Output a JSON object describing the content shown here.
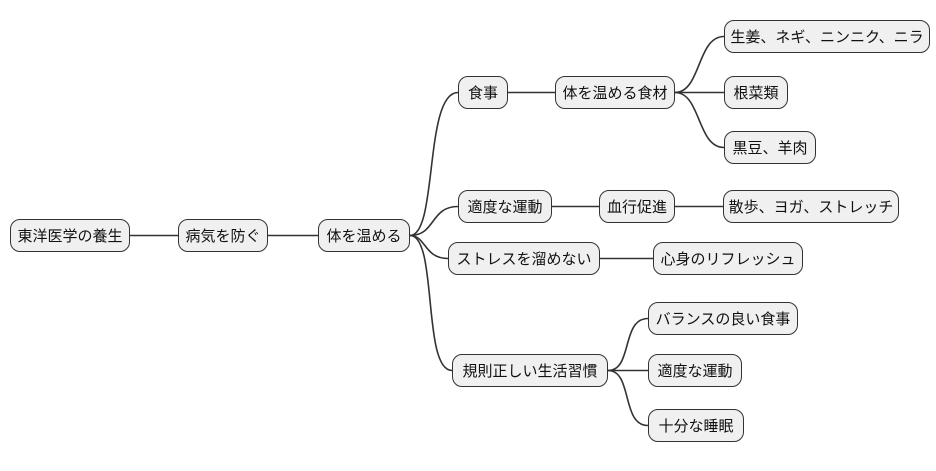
{
  "diagram": {
    "type": "mindmap",
    "background_color": "#ffffff",
    "node_fill_color": "#f0f0f0",
    "node_border_color": "#333333",
    "edge_color": "#333333",
    "text_color": "#111111"
  },
  "nodes": {
    "root": {
      "label": "東洋医学の養生"
    },
    "prevent": {
      "label": "病気を防ぐ"
    },
    "warm_body": {
      "label": "体を温める"
    },
    "diet": {
      "label": "食事"
    },
    "warming_foods": {
      "label": "体を温める食材"
    },
    "ginger": {
      "label": "生姜、ネギ、ニンニク、ニラ"
    },
    "root_veggies": {
      "label": "根菜類"
    },
    "black_beans": {
      "label": "黒豆、羊肉"
    },
    "exercise": {
      "label": "適度な運動"
    },
    "circulation": {
      "label": "血行促進"
    },
    "walking": {
      "label": "散歩、ヨガ、ストレッチ"
    },
    "no_stress": {
      "label": "ストレスを溜めない"
    },
    "refresh": {
      "label": "心身のリフレッシュ"
    },
    "lifestyle": {
      "label": "規則正しい生活習慣"
    },
    "balanced_diet": {
      "label": "バランスの良い食事"
    },
    "exercise2": {
      "label": "適度な運動"
    },
    "sleep": {
      "label": "十分な睡眠"
    }
  },
  "tree": {
    "id": "root",
    "children": [
      {
        "id": "prevent",
        "children": [
          {
            "id": "warm_body",
            "children": [
              {
                "id": "diet",
                "children": [
                  {
                    "id": "warming_foods",
                    "children": [
                      {
                        "id": "ginger"
                      },
                      {
                        "id": "root_veggies"
                      },
                      {
                        "id": "black_beans"
                      }
                    ]
                  }
                ]
              },
              {
                "id": "exercise",
                "children": [
                  {
                    "id": "circulation",
                    "children": [
                      {
                        "id": "walking"
                      }
                    ]
                  }
                ]
              },
              {
                "id": "no_stress",
                "children": [
                  {
                    "id": "refresh"
                  }
                ]
              },
              {
                "id": "lifestyle",
                "children": [
                  {
                    "id": "balanced_diet"
                  },
                  {
                    "id": "exercise2"
                  },
                  {
                    "id": "sleep"
                  }
                ]
              }
            ]
          }
        ]
      }
    ]
  }
}
